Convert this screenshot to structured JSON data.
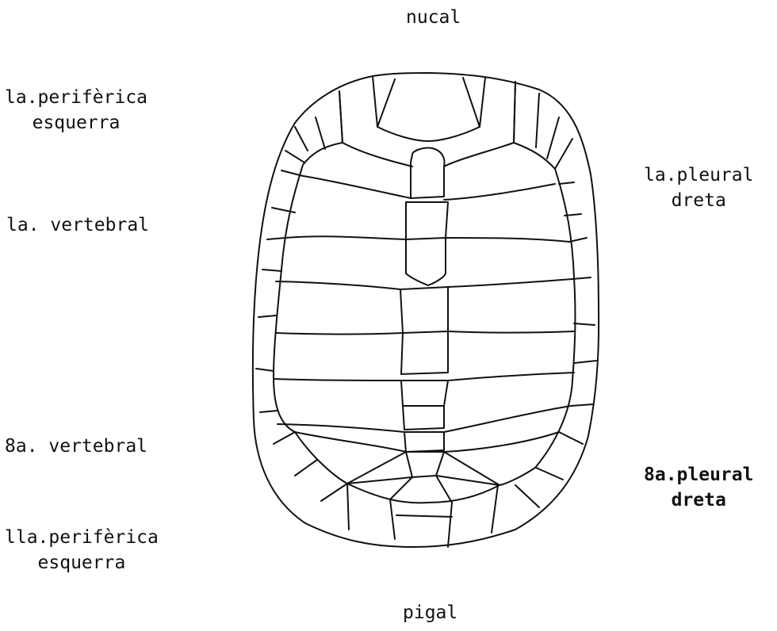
{
  "labels": {
    "nucal": "nucal",
    "pigal": "pigal",
    "periferica_1": [
      "la.perifèrica",
      "esquerra"
    ],
    "vertebral_1": "la. vertebral",
    "vertebral_8": "8a. vertebral",
    "periferica_11": [
      "lla.perifèrica",
      "esquerra"
    ],
    "pleural_1": [
      "la.pleural",
      "dreta"
    ],
    "pleural_8": [
      "8a.pleural",
      "dreta"
    ]
  },
  "colors": {
    "line": "#111111",
    "background": "#ffffff"
  }
}
